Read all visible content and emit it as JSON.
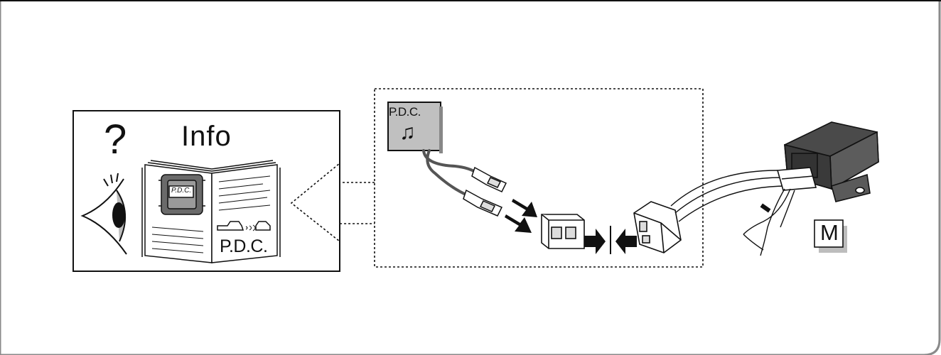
{
  "info_panel": {
    "question": "?",
    "title": "Info",
    "unit_label": "P.D.C.",
    "book_label": "P.D.C."
  },
  "connector_panel": {
    "pdc_label": "P.D.C.",
    "music_note": "♫"
  },
  "module": {
    "label": "M"
  }
}
